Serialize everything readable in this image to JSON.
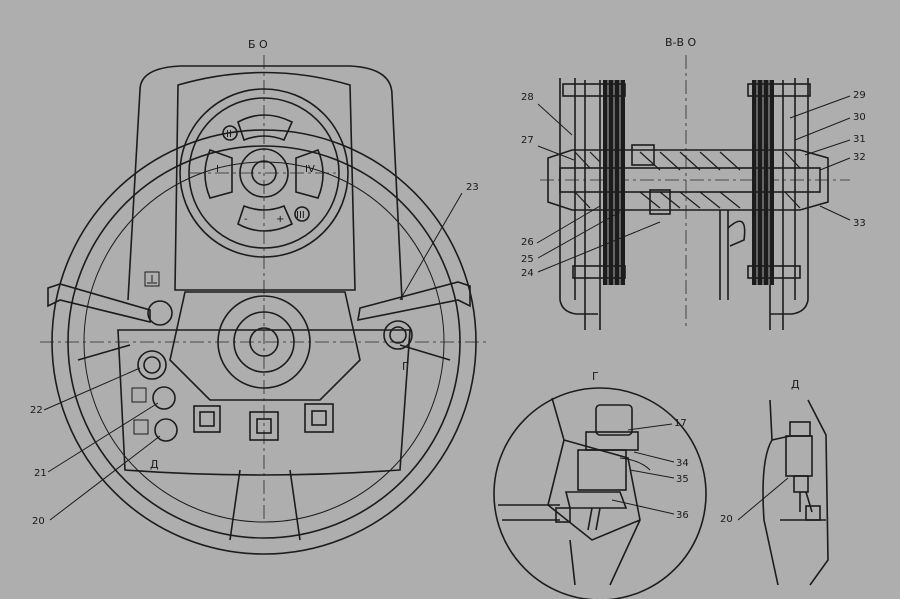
{
  "views": {
    "main": {
      "title": "Б О"
    },
    "section": {
      "title": "В-В О"
    },
    "detail_g": {
      "title": "Г"
    },
    "detail_d": {
      "title": "Д"
    }
  },
  "markers": {
    "g": "Г",
    "d": "Д",
    "gauge_I": "I",
    "gauge_II": "II",
    "gauge_III": "III",
    "gauge_IV": "IV",
    "gauge_minus": "-",
    "gauge_plus": "+"
  },
  "callouts": {
    "c20": "20",
    "c21": "21",
    "c22": "22",
    "c23": "23",
    "c24": "24",
    "c25": "25",
    "c26": "26",
    "c27": "27",
    "c28": "28",
    "c29": "29",
    "c30": "30",
    "c31": "31",
    "c32": "32",
    "c33": "33",
    "c17": "17",
    "c34": "34",
    "c35": "35",
    "c36": "36",
    "c20b": "20"
  }
}
